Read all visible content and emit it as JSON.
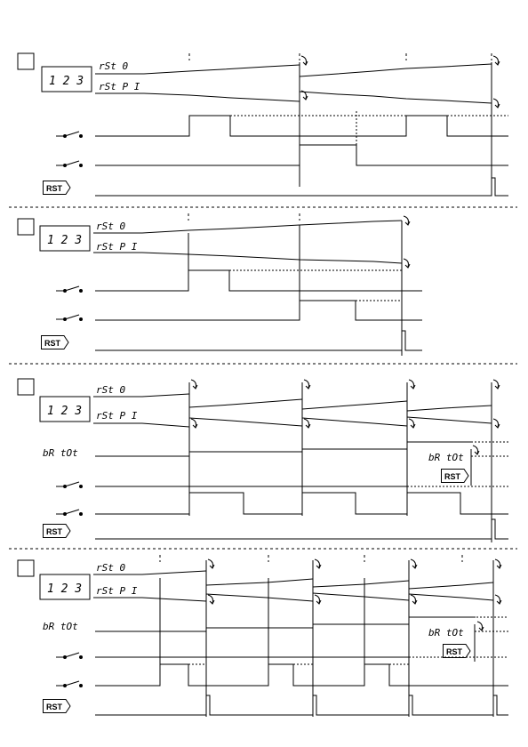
{
  "display": {
    "value": "1 2 3"
  },
  "labels": {
    "rst0": "rSt  0",
    "rstP1": "rSt  P I",
    "batot": "bR  tOt",
    "rst": "RST"
  },
  "icons": {
    "checkbox": "empty-square",
    "switch": "switch-symbol",
    "rst_key": "rst-key-tag",
    "reset_arrow": "curved-arrow"
  },
  "panel_count": 4
}
